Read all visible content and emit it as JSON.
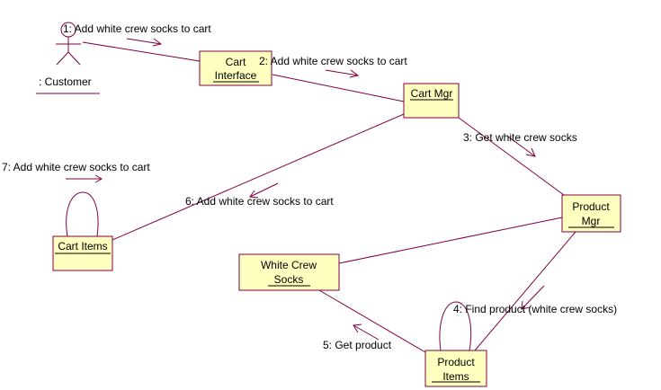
{
  "colors": {
    "line": "#800040",
    "box_fill": "#ffffc0",
    "text": "#000000",
    "background": "#ffffff"
  },
  "actor": {
    "name": ": Customer"
  },
  "objects": {
    "cart_interface": [
      "Cart",
      "Interface"
    ],
    "cart_mgr": [
      "Cart Mgr"
    ],
    "product_mgr": [
      "Product",
      "Mgr"
    ],
    "cart_items": [
      "Cart Items"
    ],
    "white_crew_socks": [
      "White Crew",
      "Socks"
    ],
    "product_items": [
      "Product",
      "Items"
    ]
  },
  "messages": {
    "m1": "1: Add white crew socks to cart",
    "m2": "2: Add white crew socks to cart",
    "m3": "3: Get white crew socks",
    "m4": "4: Find product (white crew socks)",
    "m5": "5: Get product",
    "m6": "6: Add white crew socks to cart",
    "m7": "7: Add white crew socks to cart"
  }
}
